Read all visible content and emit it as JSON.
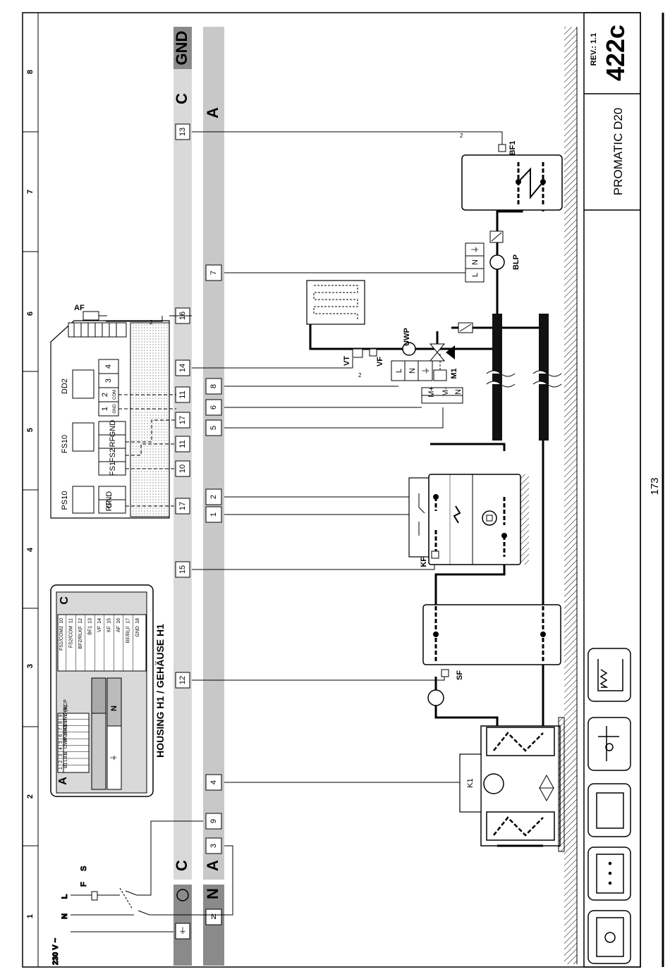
{
  "grid_cols": [
    "1",
    "2",
    "3",
    "4",
    "5",
    "6",
    "7",
    "8"
  ],
  "supply": {
    "label": "230 V ~",
    "pins": [
      "N",
      "L"
    ],
    "fuse": "F",
    "switch": "S"
  },
  "rails": {
    "c_letter": "C",
    "c_end": "GND",
    "a_letter": "A",
    "n_letter": "N",
    "earth_pin": "⏚",
    "n_pin": "N"
  },
  "terminals_c": [
    "12",
    "15",
    "17",
    "10",
    "11",
    "17",
    "11",
    "14",
    "16",
    "13"
  ],
  "terminals_a": [
    "3",
    "9",
    "4",
    "1",
    "2",
    "5",
    "6",
    "8",
    "7"
  ],
  "housing": {
    "title": "HOUSING H1 / GEHÄUSE H1",
    "a_letter": "A",
    "c_letter": "C",
    "gnd": "GND",
    "n": "N",
    "earth": "⏚",
    "a_nums": [
      "1",
      "2",
      "3",
      "4",
      "5",
      "6",
      "7",
      "8",
      "9"
    ],
    "a_labels": [
      "B1",
      "LB1",
      "N",
      "UWP2/BCP",
      "M-",
      "M+",
      "BLP",
      "UWP/BCP",
      "L (R)"
    ],
    "c_nums": [
      "10",
      "11",
      "12",
      "13",
      "14",
      "15",
      "16",
      "17",
      "18"
    ],
    "c_labels": [
      "FS1/COM2",
      "FS2/COM",
      "BF2/RLKF",
      "BF1",
      "VF",
      "KF",
      "AF",
      "RF/RLF",
      "GND"
    ]
  },
  "room_units": {
    "ps10": {
      "name": "PS10",
      "pins": [
        "GND",
        "RF"
      ]
    },
    "fs10": {
      "name": "FS10",
      "pins": [
        "GND",
        "RF",
        "FS2",
        "FS1"
      ]
    },
    "dd2": {
      "name": "DD2",
      "pins": [
        "1",
        "2",
        "3",
        "4"
      ],
      "sub": [
        "GND",
        "COM"
      ]
    },
    "af": "AF",
    "af_wires": "2"
  },
  "components": {
    "k1": "K1",
    "sf": "SF",
    "kf": "KF",
    "vt": "VT",
    "vf": "VF",
    "vf_wires": "2",
    "uwp": "UWP",
    "m1": "M1",
    "blp": "BLP",
    "bf1": "BF1",
    "bf1_wires": "2",
    "m_pins": [
      "M+",
      "M-",
      "N"
    ],
    "lnpe": [
      "L",
      "N",
      "⏚"
    ]
  },
  "title_block": {
    "model": "PROMATIC D20",
    "code": "422c",
    "rev": "REV.: 1.1"
  },
  "page_number": "173",
  "colors": {
    "line": "#000000",
    "rail_grey": "#c8c8c8",
    "dark_grey": "#8a8a8a",
    "panel": "#d9d9d9"
  }
}
